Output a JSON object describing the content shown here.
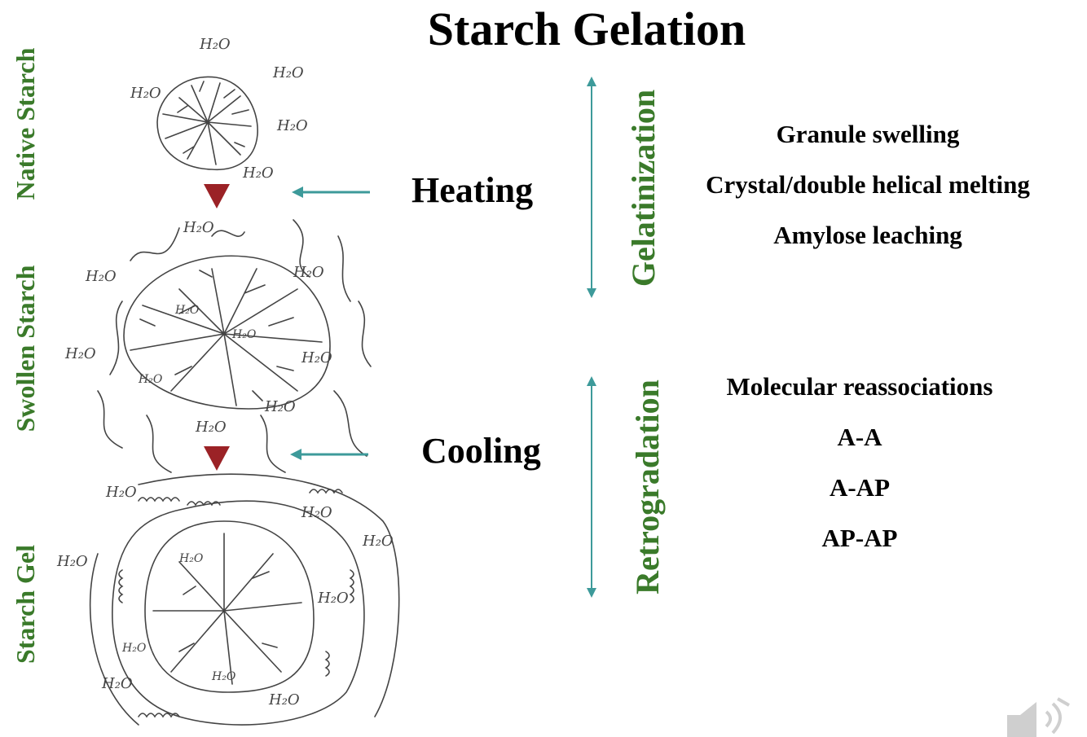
{
  "title": "Starch Gelation",
  "stages": [
    {
      "label": "Native Starch"
    },
    {
      "label": "Swollen Starch"
    },
    {
      "label": "Starch Gel"
    }
  ],
  "steps": {
    "heating": "Heating",
    "cooling": "Cooling"
  },
  "phases": {
    "gelatinization": "Gelatinization",
    "retrogradation": "Retrogradation"
  },
  "gelatinization_events": [
    "Granule swelling",
    "Crystal/double helical melting",
    "Amylose leaching"
  ],
  "retrogradation_events": [
    "Molecular reassociations",
    "A-A",
    "A-AP",
    "AP-AP"
  ],
  "water_label": "H₂O",
  "colors": {
    "green_label": "#3a7a2a",
    "teal_arrow": "#3d9a9a",
    "triangle": "#9b2226"
  },
  "icons": [
    "down-triangle-icon",
    "left-arrow-icon",
    "double-arrow-icon",
    "speaker-icon"
  ]
}
